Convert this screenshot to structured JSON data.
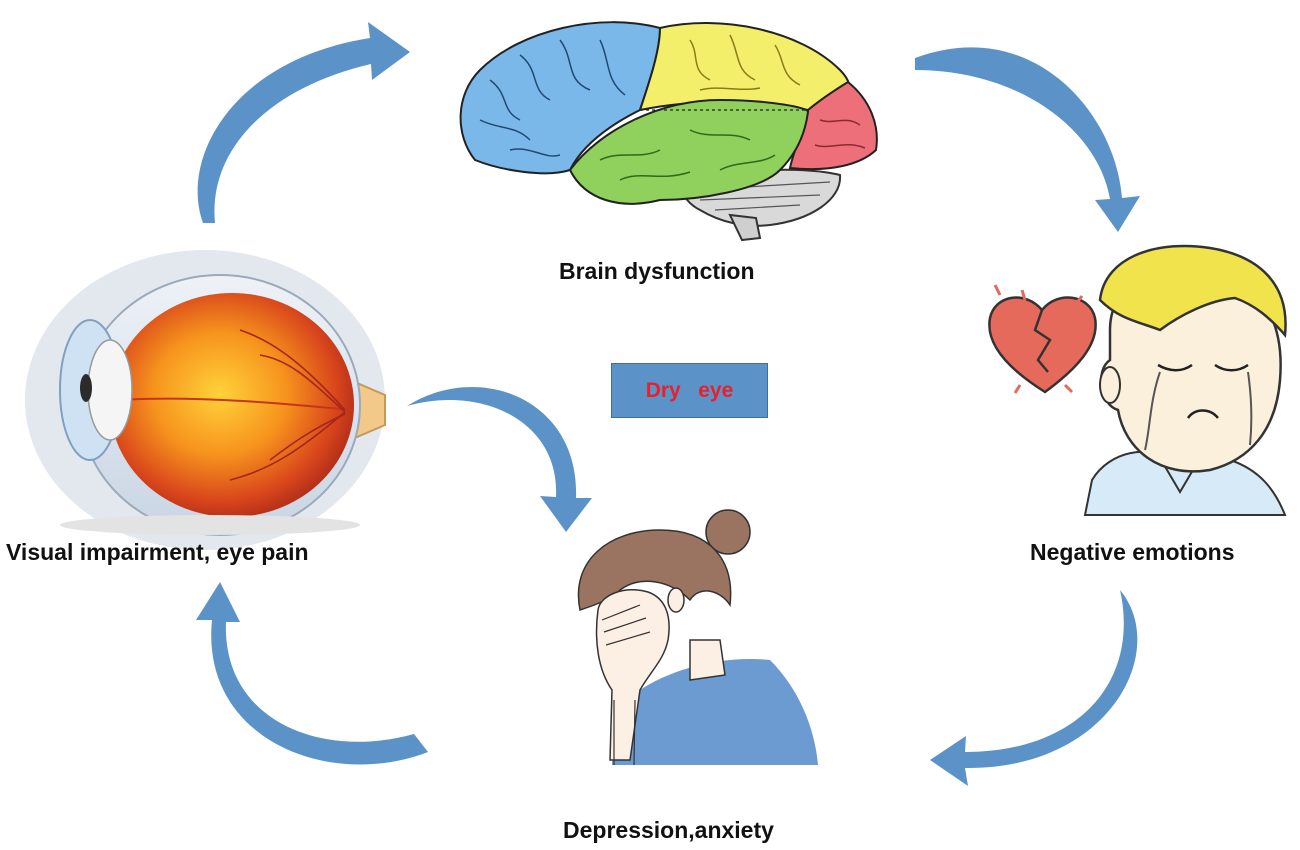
{
  "labels": {
    "center": "Dry   eye",
    "brain": "Brain dysfunction",
    "emotions": "Negative emotions",
    "depression": "Depression,anxiety",
    "visual": "Visual impairment, eye pain"
  },
  "cycle": [
    "Brain dysfunction",
    "Negative emotions",
    "Depression,anxiety",
    "Visual impairment, eye pain"
  ],
  "colors": {
    "arrow": "#5b93c9",
    "center_box_fill": "#5b93c9",
    "center_text": "#e8202a",
    "brain_frontal": "#7ab8ea",
    "brain_parietal": "#f3ef6a",
    "brain_temporal": "#8fd15c",
    "brain_occipital": "#ec6f7a",
    "brain_cerebellum": "#d9d9d9"
  },
  "icons": [
    "brain-illustration",
    "eye-anatomy-illustration",
    "crying-man-illustration",
    "broken-heart-icon",
    "sad-woman-illustration"
  ]
}
